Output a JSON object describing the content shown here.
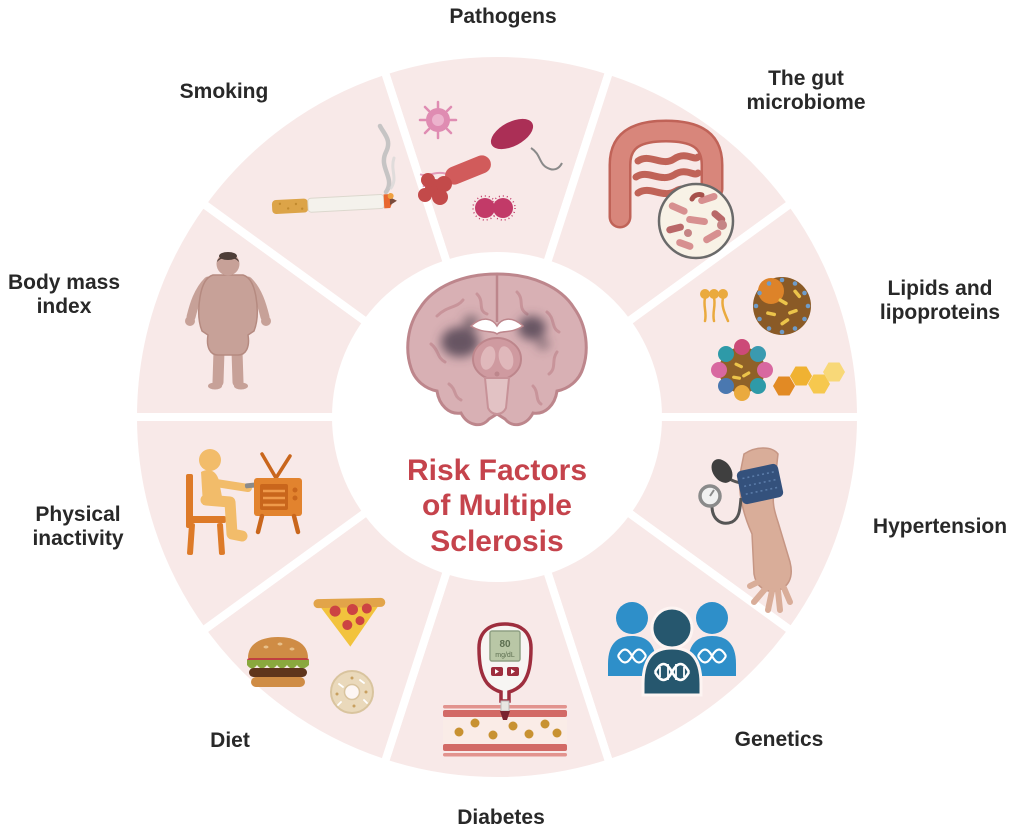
{
  "title": "Risk Factors of Multiple Sclerosis",
  "center": {
    "title_lines": [
      "Risk Factors",
      "of Multiple",
      "Sclerosis"
    ],
    "title_color": "#c5434c",
    "brain_icon": "brain-coronal-section-with-lesions"
  },
  "segments": [
    {
      "id": "pathogens",
      "label": "Pathogens",
      "icon": "pathogens-icon"
    },
    {
      "id": "gut-microbiome",
      "label": "The gut microbiome",
      "icon": "gut-microbiome-icon"
    },
    {
      "id": "lipids-lipoproteins",
      "label": "Lipids and lipoproteins",
      "icon": "lipids-lipoproteins-icon"
    },
    {
      "id": "hypertension",
      "label": "Hypertension",
      "icon": "blood-pressure-cuff-icon"
    },
    {
      "id": "genetics",
      "label": "Genetics",
      "icon": "genetics-people-dna-icon"
    },
    {
      "id": "diabetes",
      "label": "Diabetes",
      "icon": "glucometer-blood-vessel-icon",
      "glucometer_value": "80",
      "glucometer_unit": "mg/dL"
    },
    {
      "id": "diet",
      "label": "Diet",
      "icon": "junk-food-icon"
    },
    {
      "id": "physical-inactivity",
      "label": "Physical inactivity",
      "icon": "sedentary-person-tv-icon"
    },
    {
      "id": "body-mass-index",
      "label": "Body mass index",
      "icon": "overweight-body-icon"
    },
    {
      "id": "smoking",
      "label": "Smoking",
      "icon": "cigarette-icon"
    }
  ],
  "colors": {
    "background": "#ffffff",
    "ring": "#f8e9e8",
    "segment_gap": "#ffffff",
    "label_text": "#282828",
    "center_title": "#c5434c",
    "genetics_blue": "#2e8fc9",
    "genetics_dark_blue": "#26576e",
    "inactivity_orange": "#e2832e",
    "glucometer_red": "#9e2e3e",
    "lipid_yellow": "#eaaa3e"
  }
}
